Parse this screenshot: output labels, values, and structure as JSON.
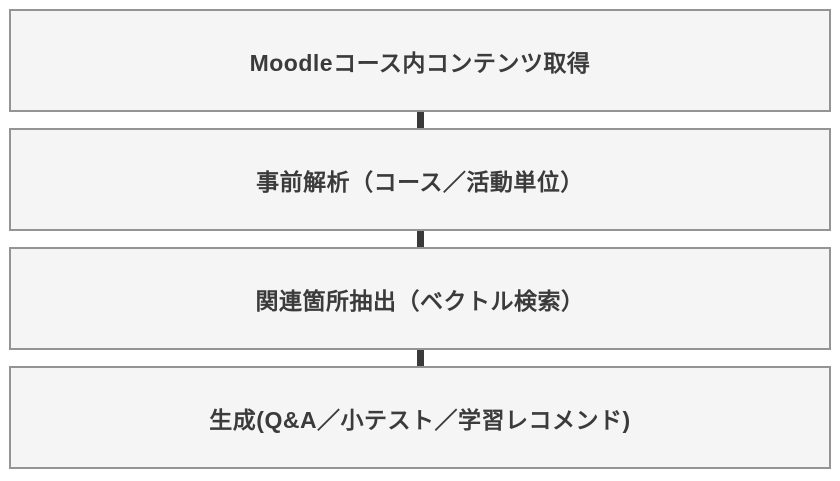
{
  "diagram": {
    "type": "vertical-flowchart",
    "background_color": "#ffffff",
    "box_fill_color": "#f5f5f6",
    "box_border_color": "#949494",
    "text_color": "#3b3b3b",
    "connector_color": "#3a3a3a",
    "steps": [
      {
        "label": "Moodleコース内コンテンツ取得"
      },
      {
        "label": "事前解析（コース／活動単位）"
      },
      {
        "label": "関連箇所抽出（ベクトル検索）"
      },
      {
        "label": "生成(Q&A／小テスト／学習レコメンド)"
      }
    ]
  }
}
